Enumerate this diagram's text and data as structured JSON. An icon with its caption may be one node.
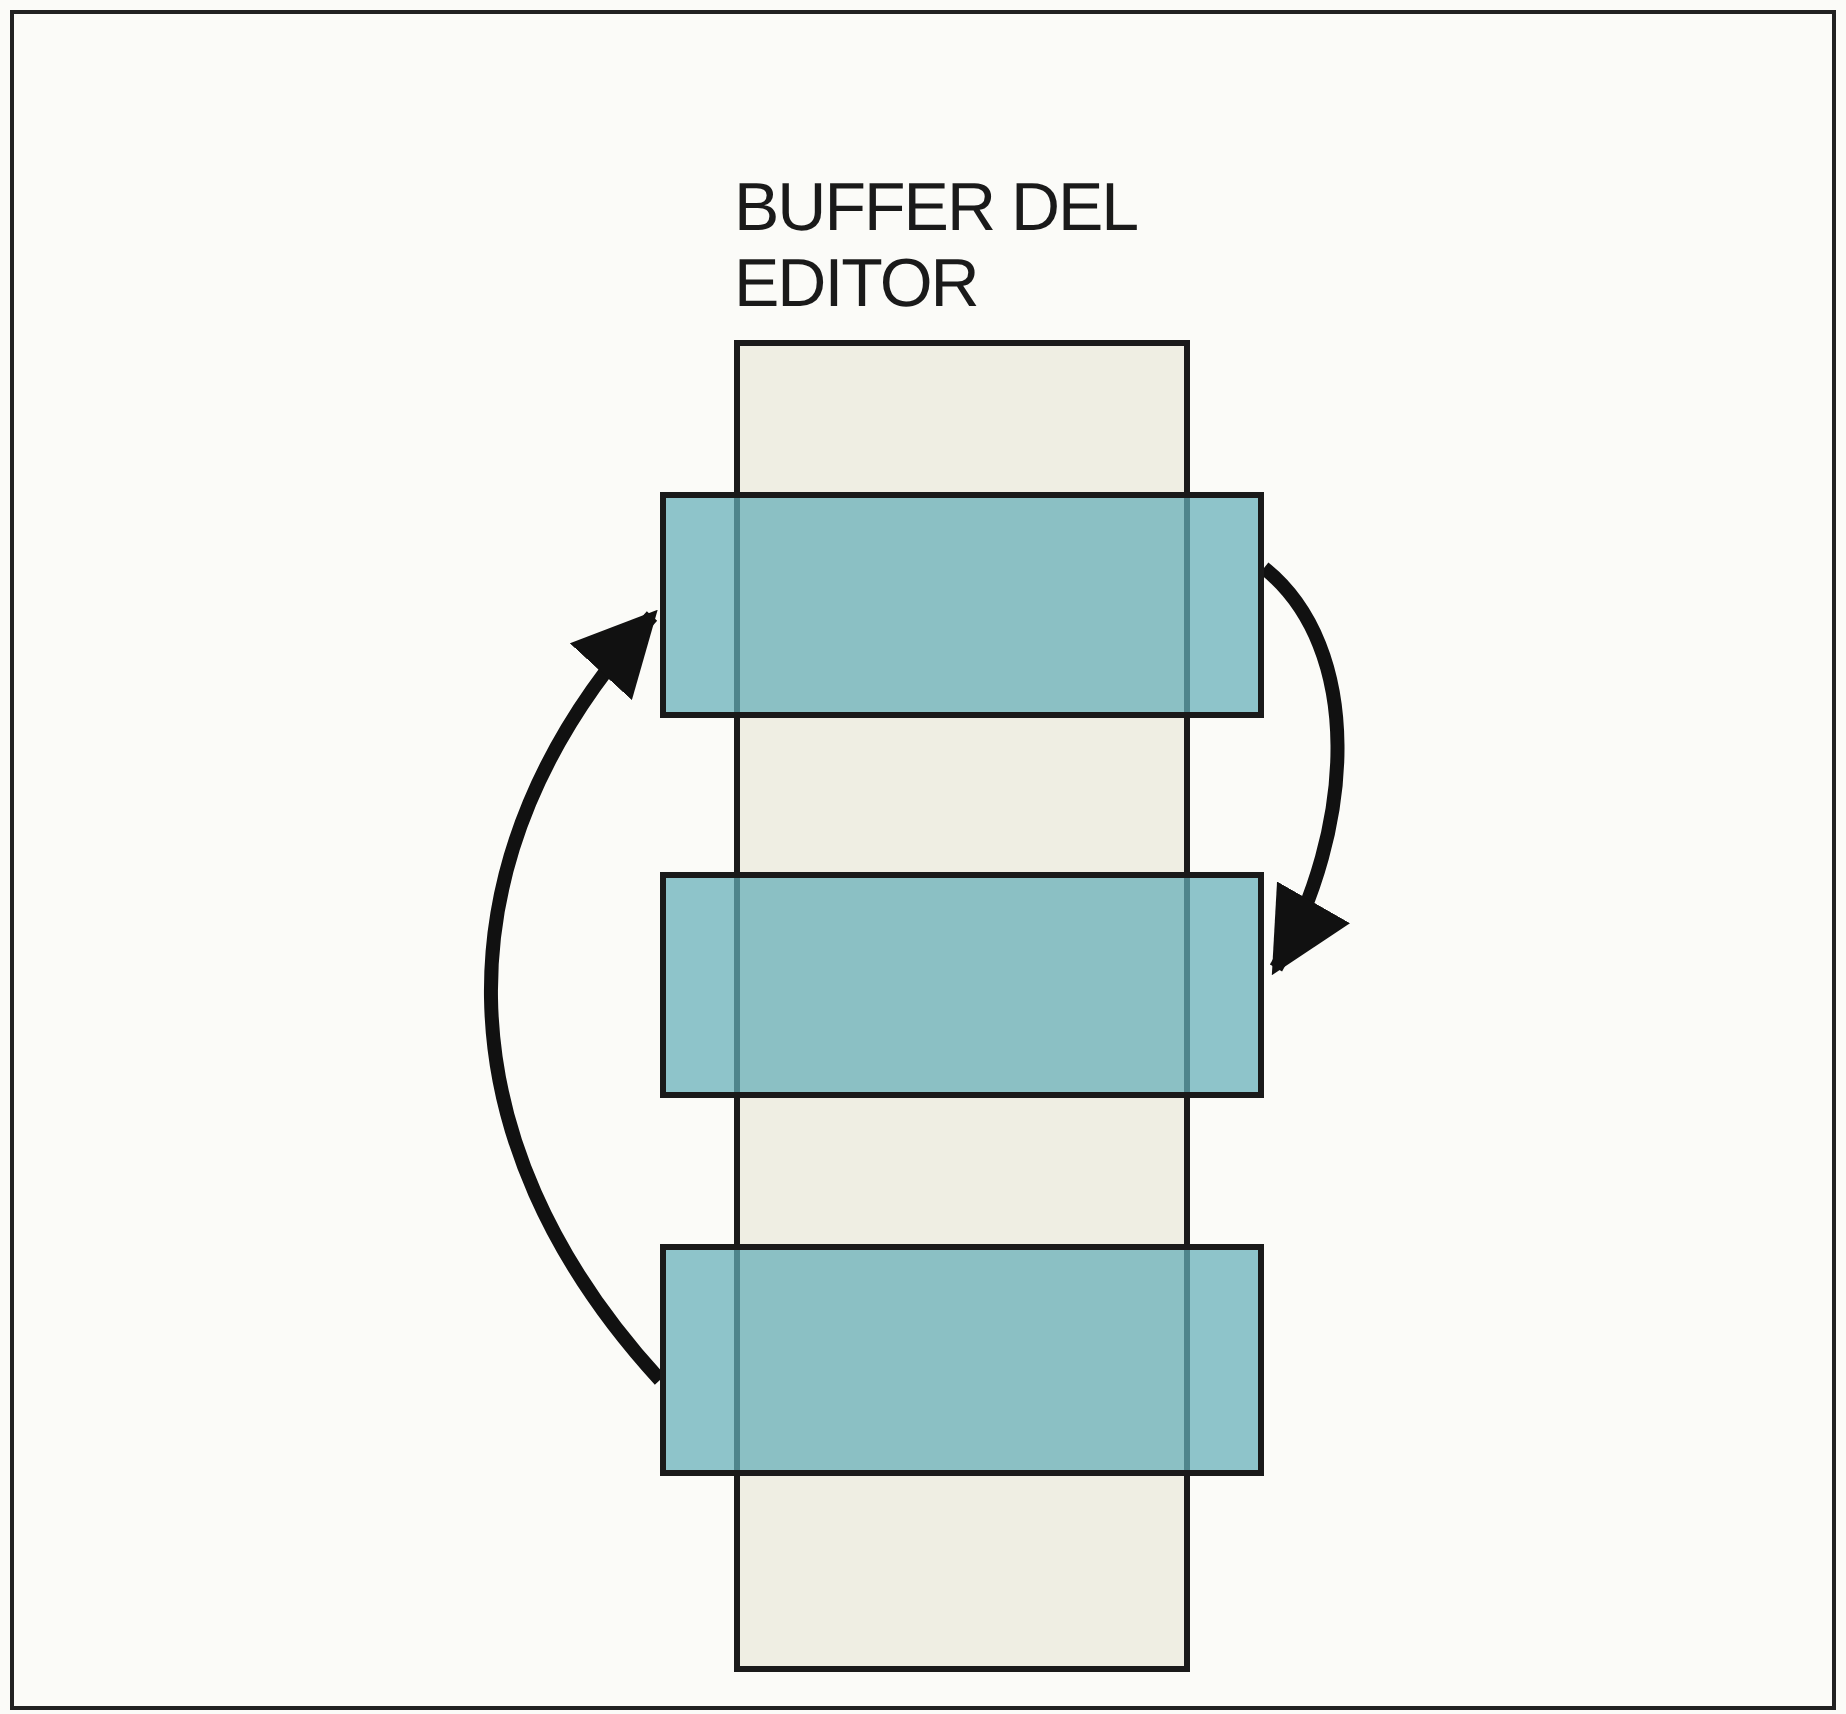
{
  "diagram": {
    "nodes": [
      {
        "text": [
          "BUFFER DEL EDITOR"
        ]
      },
      {
        "text": [],
        "shape": "box"
      },
      {
        "text": [],
        "shape": "box"
      },
      {
        "text": [],
        "shape": "box"
      }
    ],
    "edges": [
      {
        "from": 1,
        "to": 2,
        "arrow": "to"
      },
      {
        "from": 3,
        "to": 1,
        "arrow": "to"
      }
    ]
  }
}
